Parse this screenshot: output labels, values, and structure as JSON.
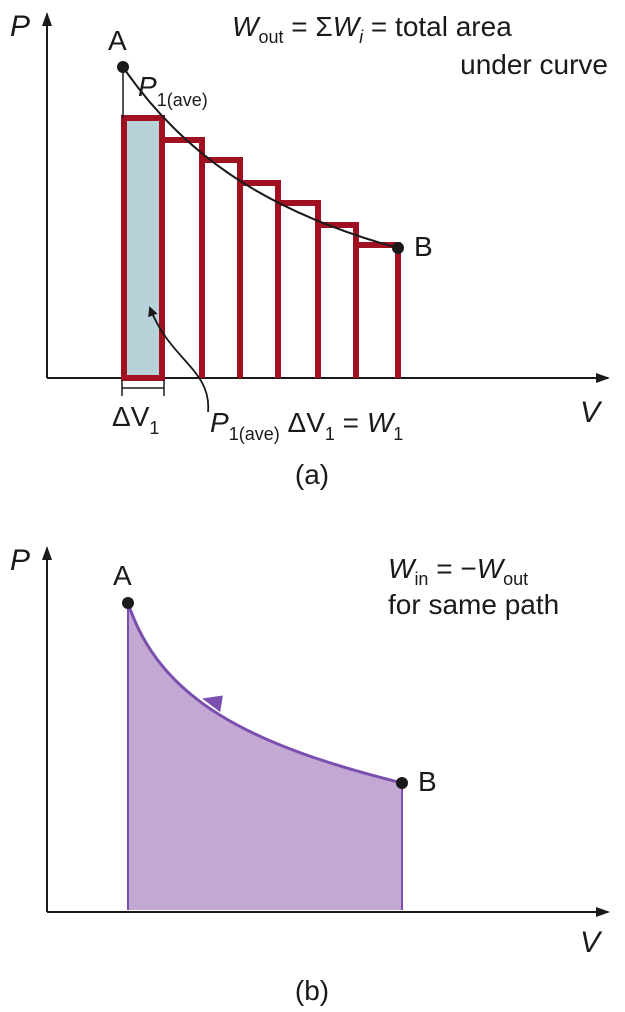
{
  "panel_a": {
    "axis_y_label": "P",
    "axis_x_label": "V",
    "point_a_label": "A",
    "point_b_label": "B",
    "equation": {
      "w": "W",
      "w_sub": "out",
      "eq1": " = Σ",
      "w2": "W",
      "w2_sub": "i",
      "eq2": " = total area",
      "line2": "under curve"
    },
    "p_label": "P",
    "p_sub": "1(ave)",
    "delta_v_label": "ΔV",
    "delta_v_sub": "1",
    "work_formula": {
      "p": "P",
      "p_sub": "1(ave)",
      "dv": " ΔV",
      "dv_sub": "1",
      "eq": " = ",
      "w": "W",
      "w_sub": "1"
    },
    "caption": "(a)"
  },
  "panel_b": {
    "axis_y_label": "P",
    "axis_x_label": "V",
    "point_a_label": "A",
    "point_b_label": "B",
    "equation": {
      "w": "W",
      "w_sub": "in",
      "eq": " = −",
      "w2": "W",
      "w2_sub": "out",
      "line2": "for same path"
    },
    "caption": "(b)"
  },
  "colors": {
    "bar_stroke": "#a01020",
    "highlight_fill": "#b7d3d9",
    "area_fill": "#c4a8d4",
    "path_stroke": "#7a4fb0",
    "axis": "#1a1a1a"
  }
}
